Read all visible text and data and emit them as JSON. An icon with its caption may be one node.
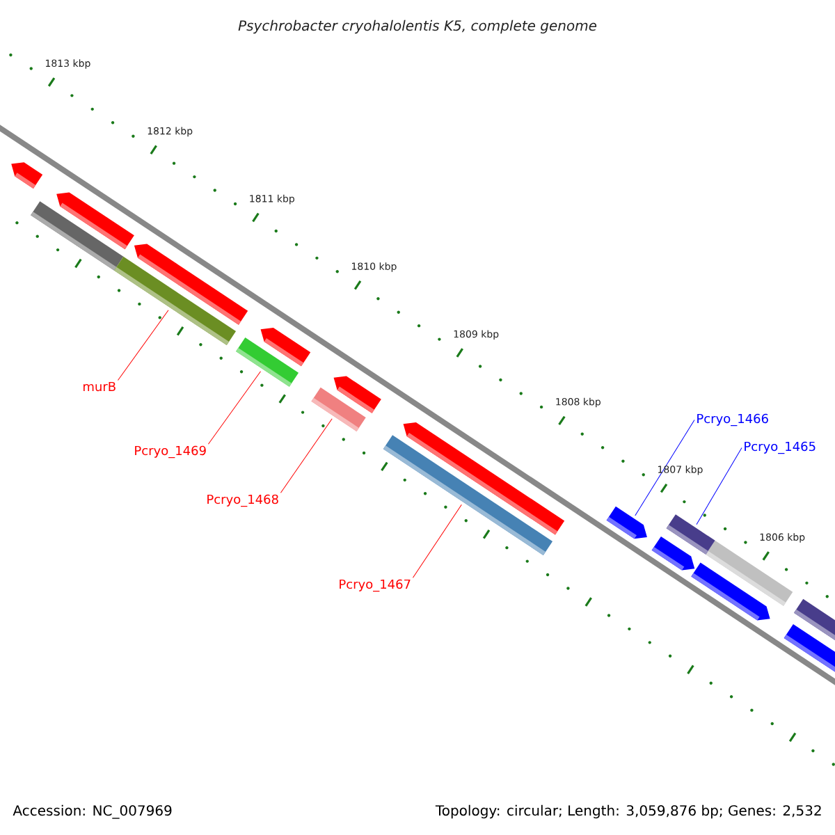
{
  "diagram": {
    "title": "Psychrobacter cryohalolentis K5, complete genome",
    "nodes": [
      {
        "text": [
          "murB"
        ]
      },
      {
        "text": [
          "Pcryo_1469"
        ]
      },
      {
        "text": [
          "Pcryo_1468"
        ]
      },
      {
        "text": [
          "Pcryo_1467"
        ]
      },
      {
        "text": [
          "Pcryo_1466"
        ]
      },
      {
        "text": [
          "Pcryo_1465"
        ]
      },
      {
        "text": [],
        "shape": "bar"
      },
      {
        "text": [],
        "shape": "bar"
      },
      {
        "text": [],
        "shape": "bar"
      },
      {
        "text": [],
        "shape": "bar"
      },
      {
        "text": [],
        "shape": "bar"
      },
      {
        "text": [],
        "shape": "bar"
      }
    ],
    "edges": [
      {
        "from": 0,
        "to": 6,
        "arrow": "none"
      },
      {
        "from": 1,
        "to": 7,
        "arrow": "none"
      },
      {
        "from": 2,
        "to": 8,
        "arrow": "none"
      },
      {
        "from": 3,
        "to": 9,
        "arrow": "none"
      },
      {
        "from": 4,
        "to": 10,
        "arrow": "none",
        "color": "#0000ff"
      },
      {
        "from": 5,
        "to": 11,
        "arrow": "none",
        "color": "#0000ff"
      }
    ],
    "labels": [
      "1813 kbp",
      "1812 kbp",
      "1811 kbp",
      "1810 kbp",
      "1809 kbp",
      "1808 kbp",
      "1807 kbp",
      "1806 kbp",
      "Accession: NC_007969",
      "Topology: circular; Length: 3,059,876 bp; Genes: 2,532"
    ]
  }
}
